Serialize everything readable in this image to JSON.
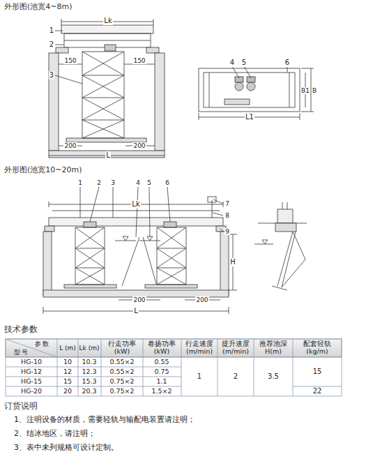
{
  "diagram": {
    "labels": [
      "外形图(池宽4~8m)",
      "Lk",
      "1",
      "2",
      "3",
      "150",
      "150",
      "200",
      "200",
      "L",
      "4",
      "5",
      "6",
      "B1",
      "B",
      "L1",
      "外形图(池宽10~20m)",
      "1",
      "2",
      "3",
      "4",
      "5",
      "6",
      "7",
      "8",
      "9",
      "Lk",
      "H",
      "200",
      "200",
      "L",
      "技术参数",
      "参 数",
      "型 号",
      "L (m)",
      "Lk (m)",
      "行走功率 (kW)",
      "卷扬功率 (kW)",
      "行走速度 (m/min)",
      "提升速度 (m/min)",
      "推荐池深 H(m)",
      "配套轻轨 (kg/m)",
      "HG-10",
      "10",
      "10.3",
      "0.55×2",
      "0.55",
      "HG-12",
      "12",
      "12.3",
      "0.55×2",
      "0.75",
      "HG-15",
      "15",
      "15.3",
      "0.75×2",
      "1.1",
      "HG-20",
      "20",
      "20.3",
      "0.75×2",
      "1.5×2",
      "1",
      "2",
      "3.5",
      "15",
      "22",
      "订货说明",
      "1、注明设备的材质，需要轻轨与输配电装置请注明；",
      "2、结冰地区，请注明；",
      "3、表中未列规格可设计定制。"
    ]
  }
}
